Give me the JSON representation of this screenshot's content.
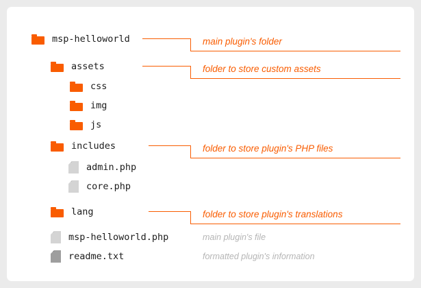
{
  "theme": {
    "page_background": "#ebebeb",
    "card_background": "#ffffff",
    "accent": "#f95c00",
    "tree_text": "#1c1c1c",
    "note_text": "#b5b5b5",
    "file_icon": "#d4d4d4",
    "file_icon_dark": "#9e9e9e"
  },
  "tree": [
    {
      "name": "msp-helloworld",
      "type": "folder",
      "depth": 0
    },
    {
      "name": "assets",
      "type": "folder",
      "depth": 1
    },
    {
      "name": "css",
      "type": "folder",
      "depth": 2
    },
    {
      "name": "img",
      "type": "folder",
      "depth": 2
    },
    {
      "name": "js",
      "type": "folder",
      "depth": 2
    },
    {
      "name": "includes",
      "type": "folder",
      "depth": 1
    },
    {
      "name": "admin.php",
      "type": "file",
      "depth": 2
    },
    {
      "name": "core.php",
      "type": "file",
      "depth": 2
    },
    {
      "name": "lang",
      "type": "folder",
      "depth": 1
    },
    {
      "name": "msp-helloworld.php",
      "type": "file",
      "depth": 1
    },
    {
      "name": "readme.txt",
      "type": "file",
      "depth": 1,
      "icon_variant": "dark"
    }
  ],
  "callouts": [
    {
      "text": "main plugin's folder",
      "target": "msp-helloworld"
    },
    {
      "text": "folder to store custom assets",
      "target": "assets"
    },
    {
      "text": "folder to store plugin's PHP files",
      "target": "includes"
    },
    {
      "text": "folder to store plugin's translations",
      "target": "lang"
    }
  ],
  "notes": [
    {
      "text": "main plugin's file",
      "target": "msp-helloworld.php"
    },
    {
      "text": "formatted plugin's information",
      "target": "readme.txt"
    }
  ]
}
